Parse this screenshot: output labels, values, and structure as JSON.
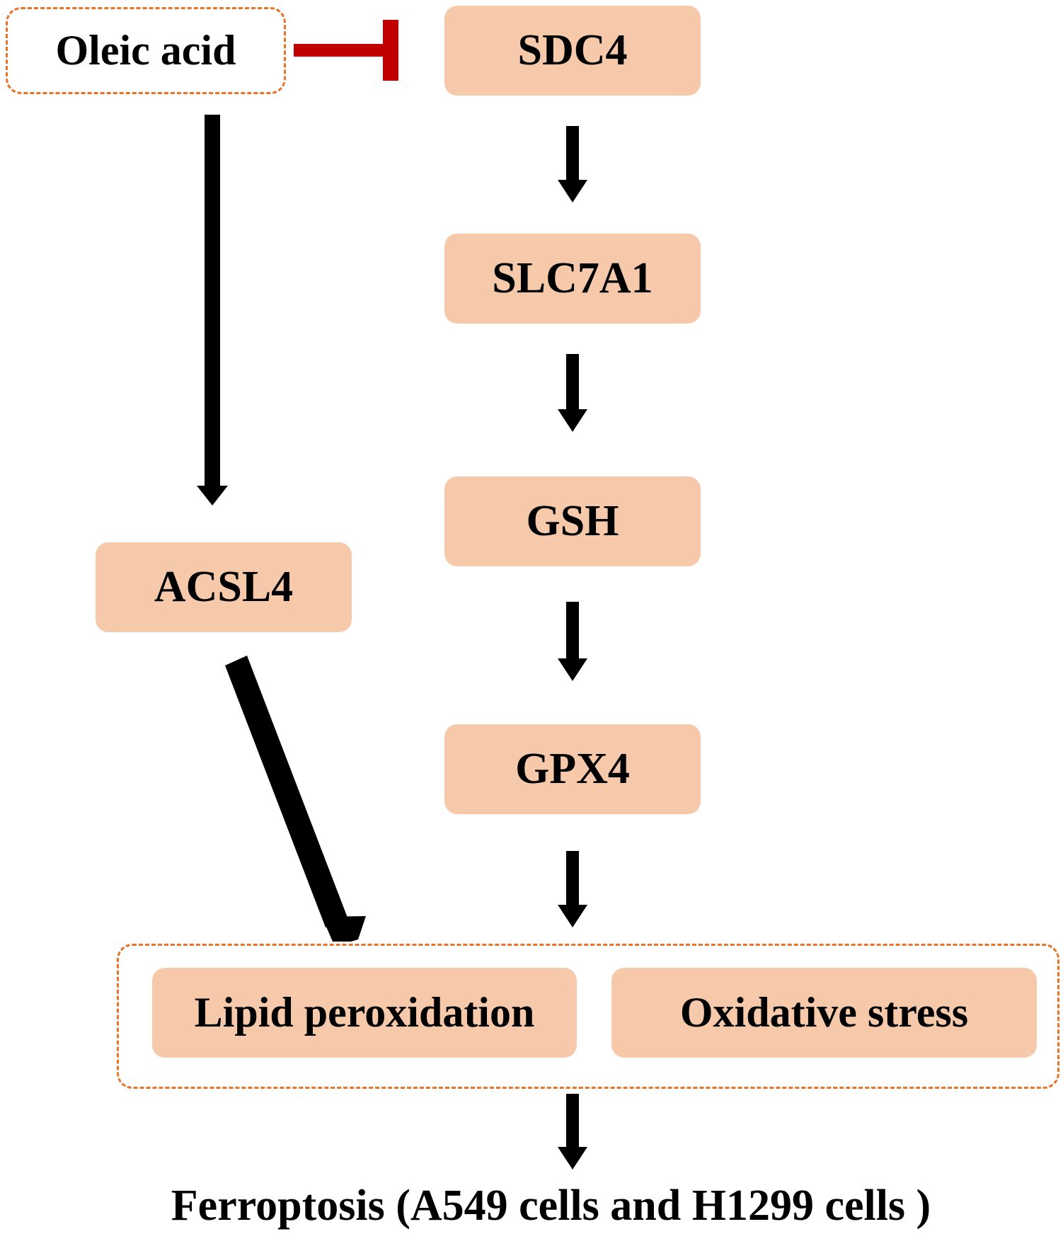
{
  "nodes": {
    "oleic_acid": "Oleic acid",
    "sdc4": "SDC4",
    "slc7a1": "SLC7A1",
    "gsh": "GSH",
    "gpx4": "GPX4",
    "acsl4": "ACSL4",
    "lipid_peroxidation": "Lipid peroxidation",
    "oxidative_stress": "Oxidative stress"
  },
  "outcome": "Ferroptosis (A549 cells and H1299 cells )",
  "edges": [
    {
      "from": "Oleic acid",
      "to": "SDC4",
      "type": "inhibits"
    },
    {
      "from": "SDC4",
      "to": "SLC7A1",
      "type": "activates"
    },
    {
      "from": "SLC7A1",
      "to": "GSH",
      "type": "activates"
    },
    {
      "from": "GSH",
      "to": "GPX4",
      "type": "activates"
    },
    {
      "from": "GPX4",
      "to": "Lipid peroxidation / Oxidative stress",
      "type": "activates"
    },
    {
      "from": "Oleic acid",
      "to": "ACSL4",
      "type": "activates"
    },
    {
      "from": "ACSL4",
      "to": "Lipid peroxidation / Oxidative stress",
      "type": "activates"
    },
    {
      "from": "Lipid peroxidation / Oxidative stress",
      "to": "Ferroptosis",
      "type": "activates"
    }
  ],
  "colors": {
    "box_fill": "#f7c9ab",
    "dashed_border": "#e8742a",
    "inhibition": "#c00000",
    "arrow": "#000000"
  }
}
